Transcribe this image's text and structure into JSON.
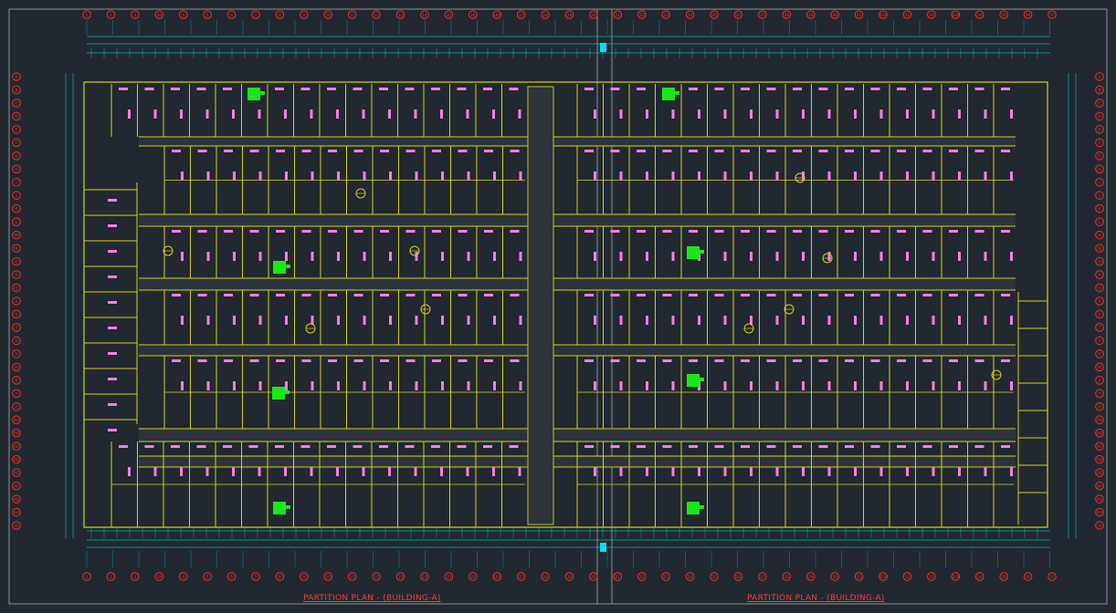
{
  "drawing": {
    "titles": [
      "PARTITION PLAN - (BUILDING-A)",
      "PARTITION PLAN - (BUILDING-A)"
    ],
    "grid_columns_top": [
      "1",
      "2",
      "3",
      "3A",
      "4",
      "5",
      "6",
      "7",
      "8",
      "9",
      "10",
      "11",
      "12",
      "13",
      "14",
      "15",
      "16",
      "16A",
      "17",
      "18",
      "19",
      "20",
      "21",
      "22",
      "23",
      "24",
      "25",
      "26",
      "27",
      "28",
      "29",
      "30",
      "31",
      "31A",
      "32",
      "33",
      "33A",
      "34",
      "35",
      "36",
      "37"
    ],
    "grid_rows_left": [
      "A",
      "B",
      "C",
      "D",
      "E",
      "F",
      "G",
      "H",
      "I",
      "J",
      "K",
      "L",
      "M",
      "N",
      "O",
      "P",
      "Q",
      "R",
      "S",
      "T",
      "U",
      "V",
      "W",
      "X",
      "Y",
      "Z",
      "AA",
      "AB",
      "AC",
      "AD",
      "AE",
      "AF",
      "AG",
      "AH",
      "AI"
    ],
    "colors": {
      "background": "#212830",
      "partition_walls": "#d8d020",
      "modules": "#ff7ee0",
      "dimensions": "#00b4b4",
      "grid_bubbles": "#ff2a2a",
      "equipment": "#18e818",
      "border": "#8a8f96"
    }
  }
}
